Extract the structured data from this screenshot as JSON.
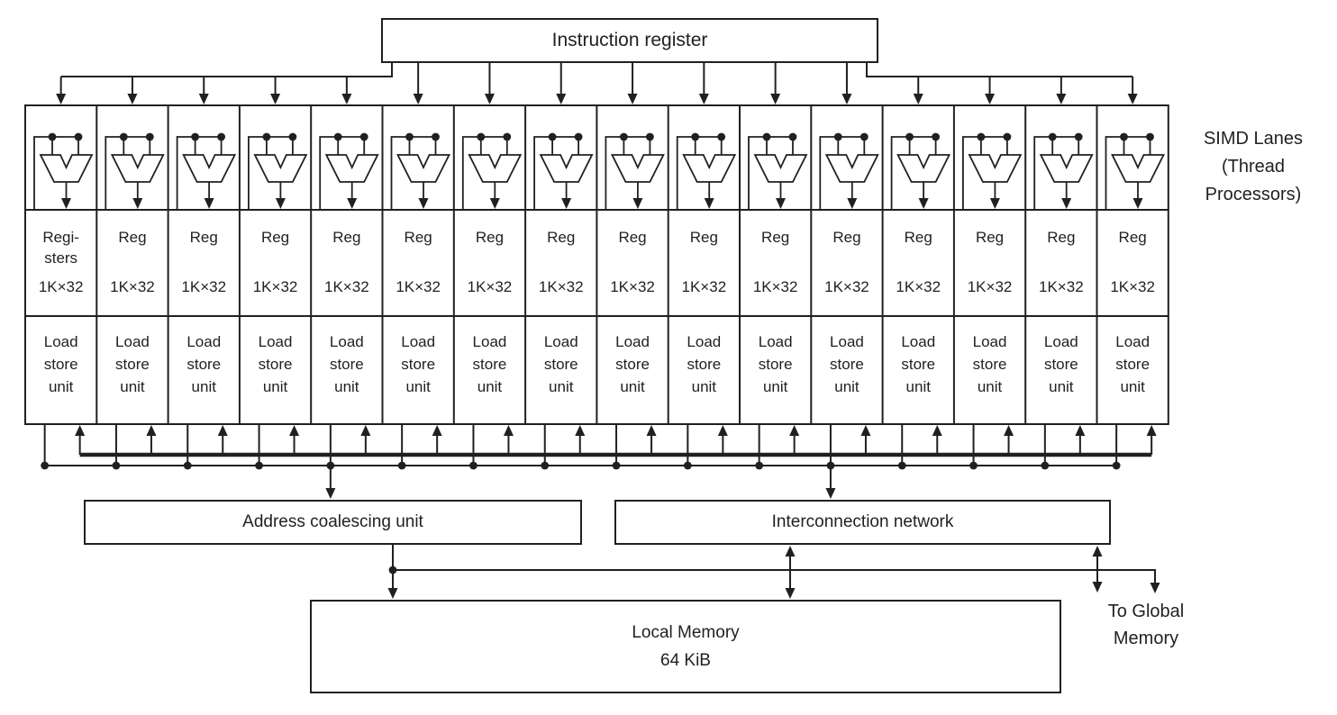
{
  "colors": {
    "ink": "#231f20",
    "paper": "#ffffff"
  },
  "header": {
    "instruction_register": "Instruction register"
  },
  "side_label": "SIMD Lanes\n(Thread\nProcessors)",
  "lanes": [
    {
      "reg": "Regi-\nsters",
      "size": "1K×32",
      "lsu": "Load\nstore\nunit"
    },
    {
      "reg": "Reg",
      "size": "1K×32",
      "lsu": "Load\nstore\nunit"
    },
    {
      "reg": "Reg",
      "size": "1K×32",
      "lsu": "Load\nstore\nunit"
    },
    {
      "reg": "Reg",
      "size": "1K×32",
      "lsu": "Load\nstore\nunit"
    },
    {
      "reg": "Reg",
      "size": "1K×32",
      "lsu": "Load\nstore\nunit"
    },
    {
      "reg": "Reg",
      "size": "1K×32",
      "lsu": "Load\nstore\nunit"
    },
    {
      "reg": "Reg",
      "size": "1K×32",
      "lsu": "Load\nstore\nunit"
    },
    {
      "reg": "Reg",
      "size": "1K×32",
      "lsu": "Load\nstore\nunit"
    },
    {
      "reg": "Reg",
      "size": "1K×32",
      "lsu": "Load\nstore\nunit"
    },
    {
      "reg": "Reg",
      "size": "1K×32",
      "lsu": "Load\nstore\nunit"
    },
    {
      "reg": "Reg",
      "size": "1K×32",
      "lsu": "Load\nstore\nunit"
    },
    {
      "reg": "Reg",
      "size": "1K×32",
      "lsu": "Load\nstore\nunit"
    },
    {
      "reg": "Reg",
      "size": "1K×32",
      "lsu": "Load\nstore\nunit"
    },
    {
      "reg": "Reg",
      "size": "1K×32",
      "lsu": "Load\nstore\nunit"
    },
    {
      "reg": "Reg",
      "size": "1K×32",
      "lsu": "Load\nstore\nunit"
    },
    {
      "reg": "Reg",
      "size": "1K×32",
      "lsu": "Load\nstore\nunit"
    }
  ],
  "bottom": {
    "address_coalescing_unit": "Address coalescing unit",
    "interconnection_network": "Interconnection network",
    "local_memory": "Local Memory\n64 KiB",
    "to_global_memory": "To Global\nMemory"
  }
}
